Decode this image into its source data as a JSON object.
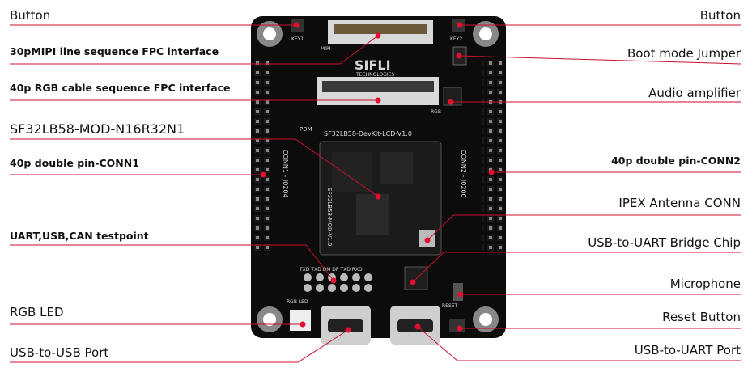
{
  "labels_left": [
    {
      "id": "button-left",
      "text": "Button"
    },
    {
      "id": "mipi-fpc",
      "text": "30pMIPI line sequence FPC interface"
    },
    {
      "id": "rgb-fpc",
      "text": "40p RGB cable sequence FPC interface"
    },
    {
      "id": "module",
      "text": "SF32LB58-MOD-N16R32N1"
    },
    {
      "id": "conn1",
      "text": "40p double pin-CONN1"
    },
    {
      "id": "testpoint",
      "text": "UART,USB,CAN testpoint"
    },
    {
      "id": "rgb-led",
      "text": "RGB LED"
    },
    {
      "id": "usb-port",
      "text": "USB-to-USB Port"
    }
  ],
  "labels_right": [
    {
      "id": "button-right",
      "text": "Button"
    },
    {
      "id": "boot-jumper",
      "text": "Boot mode Jumper"
    },
    {
      "id": "audio-amp",
      "text": "Audio amplifier"
    },
    {
      "id": "conn2",
      "text": "40p double pin-CONN2"
    },
    {
      "id": "ipex",
      "text": "IPEX Antenna CONN"
    },
    {
      "id": "bridge-chip",
      "text": "USB-to-UART Bridge Chip"
    },
    {
      "id": "microphone",
      "text": "Microphone"
    },
    {
      "id": "reset-button",
      "text": "Reset Button"
    },
    {
      "id": "uart-port",
      "text": "USB-to-UART Port"
    }
  ],
  "board_silk": {
    "brand": "SIFLI",
    "brand_sub": "TECHNOLOGIES",
    "board_name": "SF32LB58-DevKit-LCD-V1.0",
    "conn1": "CONN1 - J0204",
    "conn2": "CONN2 - J0200",
    "module_text": "SF32LB58-MOD-V1.0",
    "pdm": "PDM",
    "pins": "TXD TXD DM DP TXD RXD",
    "rgb_led": "RGB LED",
    "reset": "RESET",
    "mipi": "MIPI",
    "rgb": "RGB",
    "key1": "KEY1",
    "key2": "KEY2"
  },
  "colors": {
    "leader_line": "#c8102e",
    "dot": "#e0102e",
    "board": "#0c0c0c",
    "label_text": "#111111"
  }
}
